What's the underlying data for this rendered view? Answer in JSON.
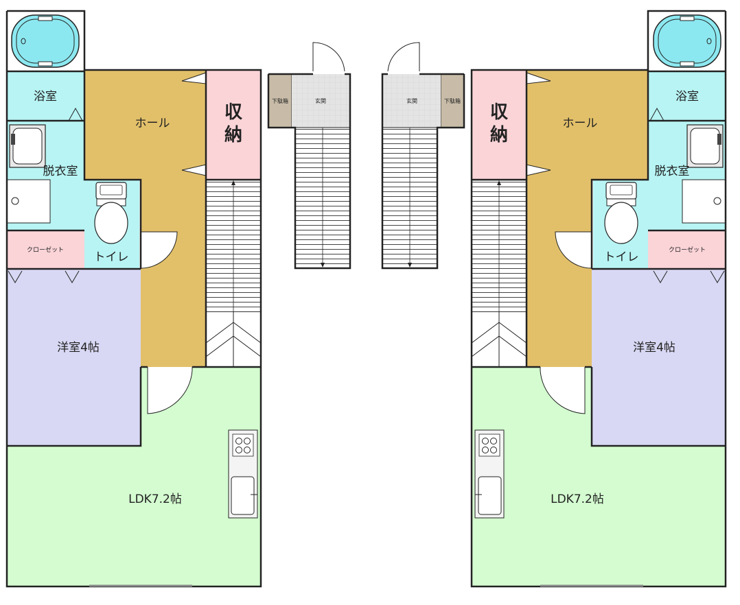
{
  "rooms": {
    "bath": "浴室",
    "dressing": "脱衣室",
    "closet": "クローゼット",
    "toilet": "トイレ",
    "hall": "ホール",
    "storage_line1": "収",
    "storage_line2": "納",
    "western": "洋室4帖",
    "ldk": "LDK7.2帖",
    "entrance": "玄関",
    "shoe_box": "下駄箱"
  },
  "colors": {
    "bath": "#b8f4f4",
    "hall": "#e2c06a",
    "storage": "#fbd4d8",
    "western": "#d8d8f4",
    "ldk": "#d4fcd0",
    "entrance_tile": "#e4e4e4",
    "shoe_box": "#c8bca8"
  }
}
